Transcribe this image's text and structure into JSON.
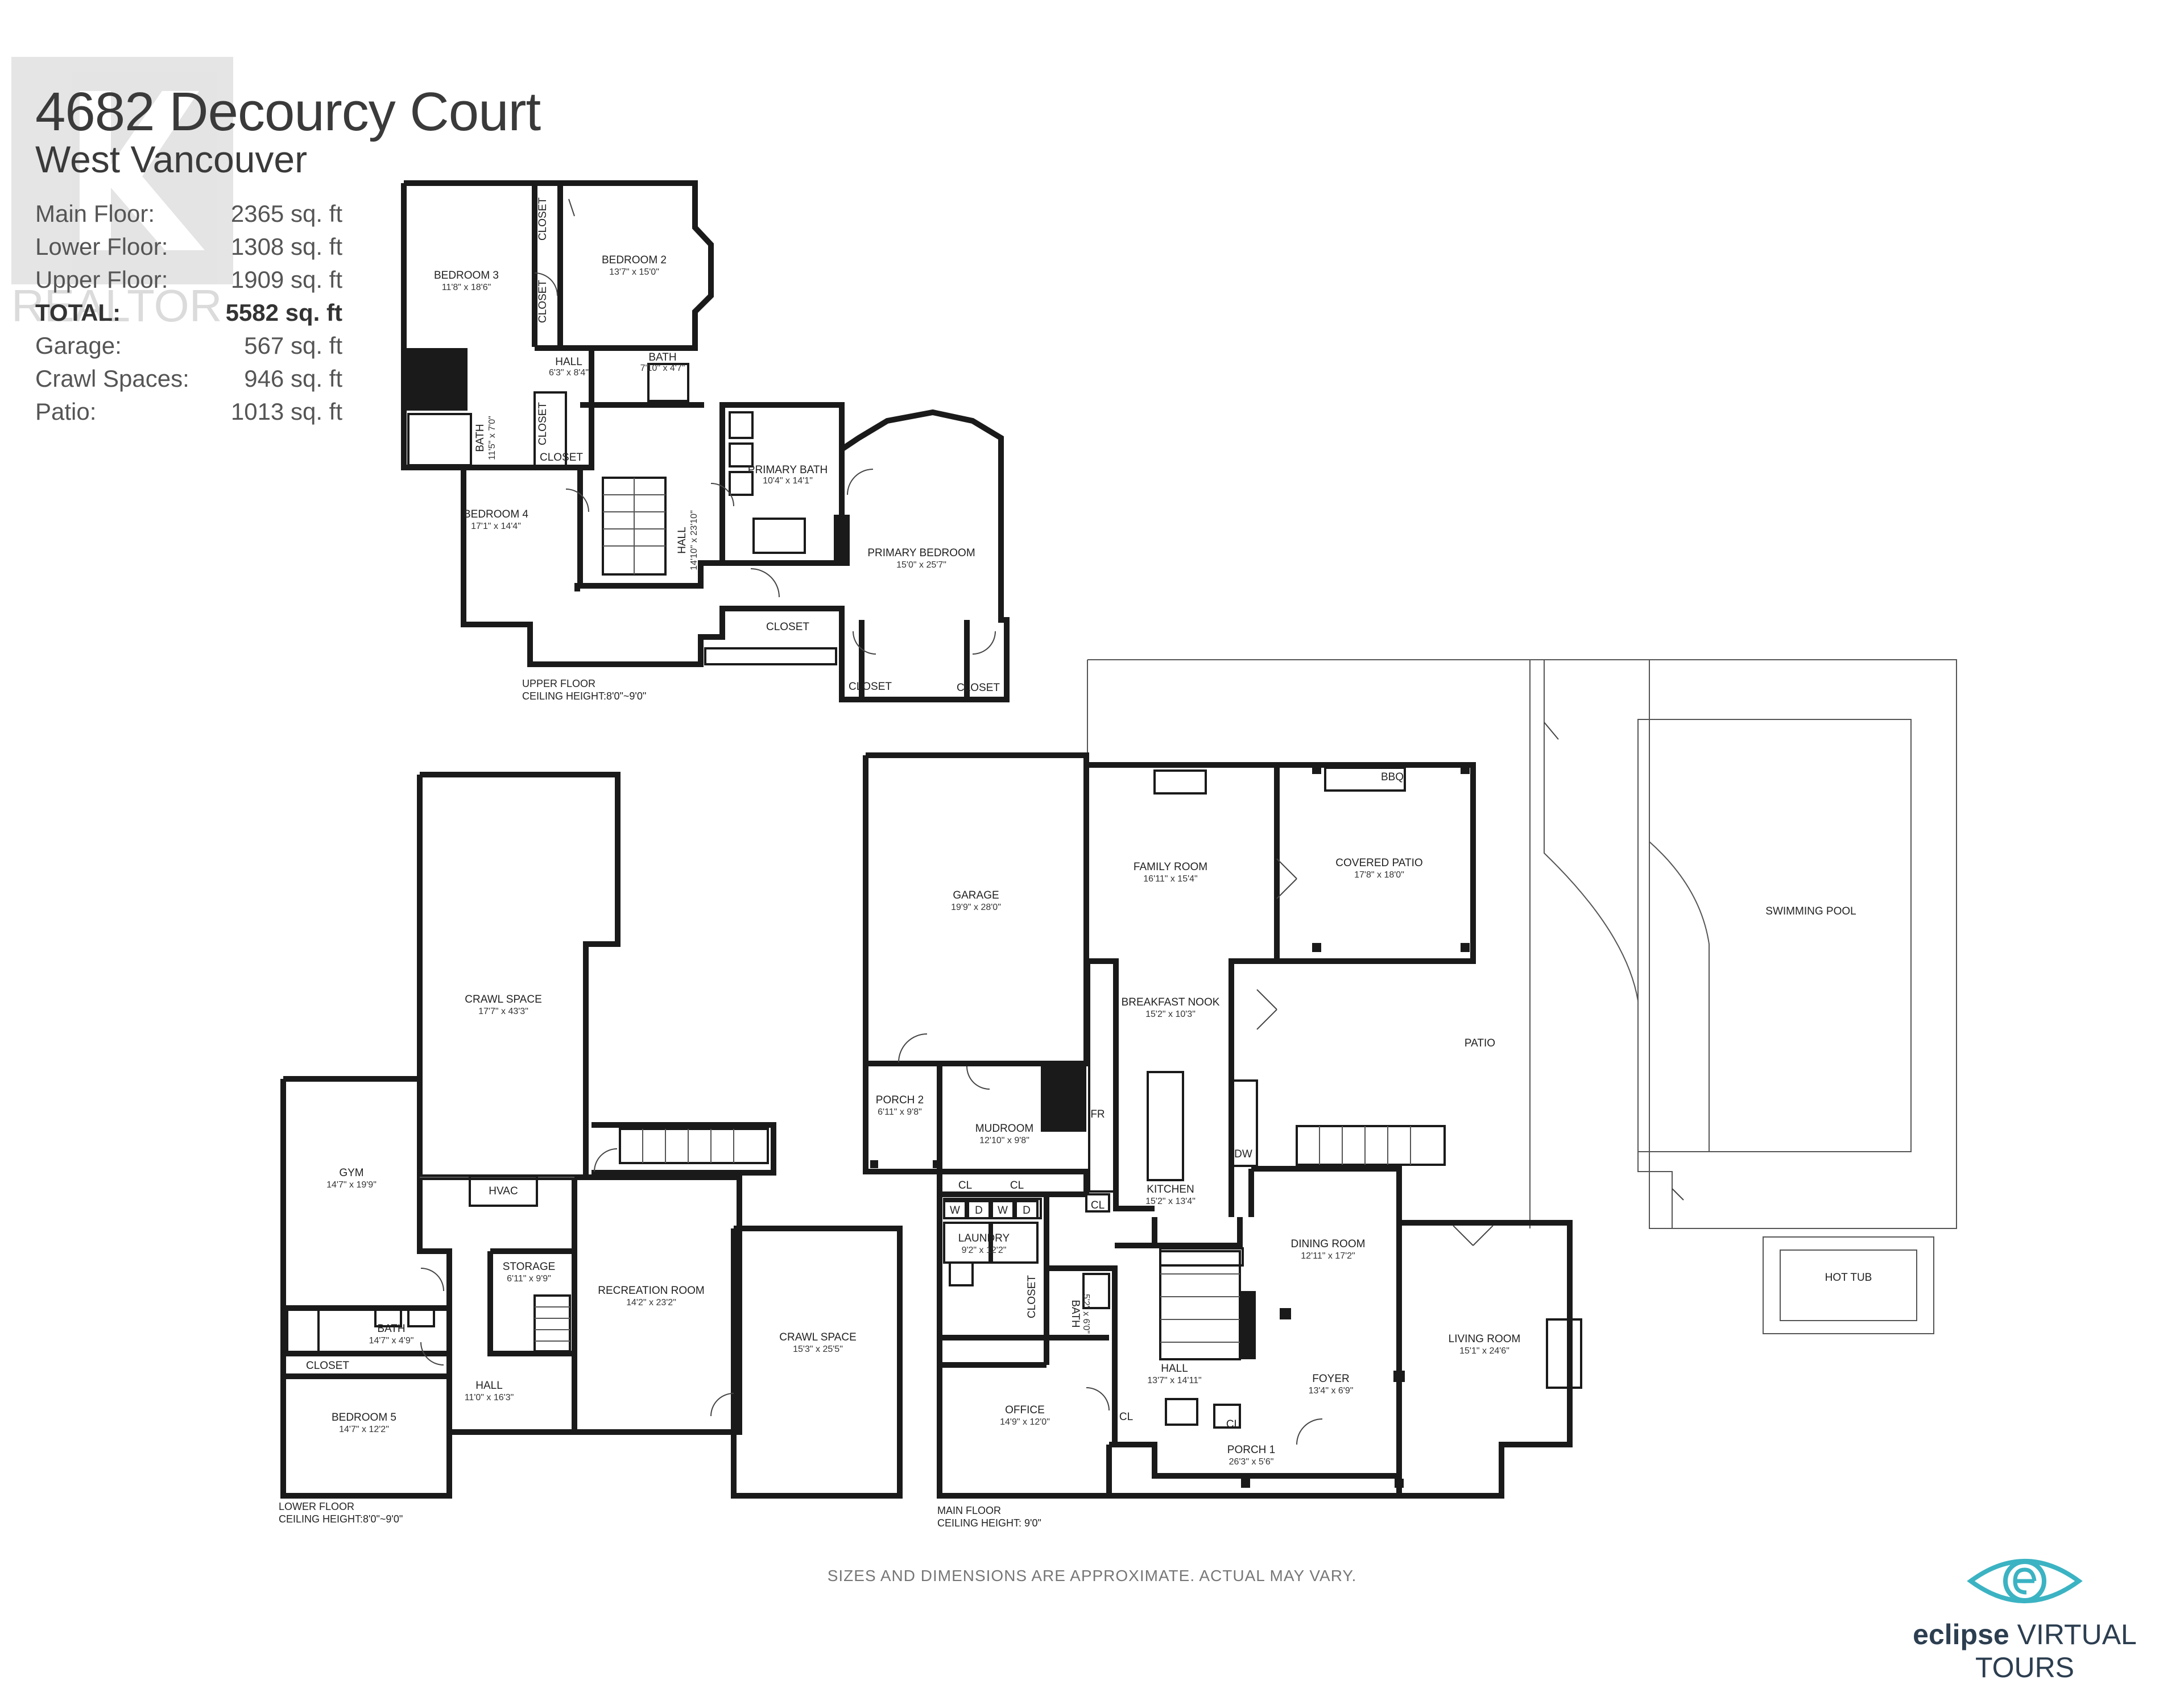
{
  "header": {
    "address": "4682 Decourcy Court",
    "city": "West Vancouver"
  },
  "stats": [
    {
      "label": "Main Floor:",
      "value": "2365 sq. ft"
    },
    {
      "label": "Lower Floor:",
      "value": "1308 sq. ft"
    },
    {
      "label": "Upper Floor:",
      "value": "1909 sq. ft"
    },
    {
      "label": "TOTAL:",
      "value": "5582 sq. ft",
      "total": true
    },
    {
      "label": "Garage:",
      "value": "567 sq. ft"
    },
    {
      "label": "Crawl Spaces:",
      "value": "946 sq. ft"
    },
    {
      "label": "Patio:",
      "value": "1013 sq. ft"
    }
  ],
  "watermark": {
    "text": "REALTOR"
  },
  "upper_floor": {
    "caption": "UPPER FLOOR",
    "ceiling": "CEILING HEIGHT:8'0\"~9'0\"",
    "rooms": {
      "bedroom3": {
        "name": "BEDROOM 3",
        "dim": "11'8\" x 18'6\""
      },
      "bedroom2": {
        "name": "BEDROOM 2",
        "dim": "13'7\" x 15'0\""
      },
      "hall_small": {
        "name": "HALL",
        "dim": "6'3\" x 8'4\""
      },
      "bath_small": {
        "name": "BATH",
        "dim": "7'10\" x 4'7\""
      },
      "bath_side": {
        "name": "BATH",
        "dim": "11'5\" x 7'0\""
      },
      "bedroom4": {
        "name": "BEDROOM 4",
        "dim": "17'1\" x 14'4\""
      },
      "hall_main": {
        "name": "HALL",
        "dim": "14'10\" x 23'10\""
      },
      "primary_bath": {
        "name": "PRIMARY BATH",
        "dim": "10'4\" x 14'1\""
      },
      "primary_bedroom": {
        "name": "PRIMARY BEDROOM",
        "dim": "15'0\" x 25'7\""
      },
      "closet": "CLOSET"
    }
  },
  "lower_floor": {
    "caption": "LOWER FLOOR",
    "ceiling": "CEILING HEIGHT:8'0\"~9'0\"",
    "rooms": {
      "crawl1": {
        "name": "CRAWL SPACE",
        "dim": "17'7\" x 43'3\""
      },
      "hvac": {
        "name": "HVAC"
      },
      "gym": {
        "name": "GYM",
        "dim": "14'7\" x 19'9\""
      },
      "storage": {
        "name": "STORAGE",
        "dim": "6'11\" x 9'9\""
      },
      "recreation": {
        "name": "RECREATION ROOM",
        "dim": "14'2\" x 23'2\""
      },
      "crawl2": {
        "name": "CRAWL SPACE",
        "dim": "15'3\" x 25'5\""
      },
      "bath": {
        "name": "BATH",
        "dim": "14'7\" x 4'9\""
      },
      "closet": {
        "name": "CLOSET"
      },
      "bedroom5": {
        "name": "BEDROOM 5",
        "dim": "14'7\" x 12'2\""
      },
      "hall": {
        "name": "HALL",
        "dim": "11'0\" x 16'3\""
      }
    }
  },
  "main_floor": {
    "caption": "MAIN FLOOR",
    "ceiling": "CEILING HEIGHT: 9'0\"",
    "rooms": {
      "garage": {
        "name": "GARAGE",
        "dim": "19'9\" x 28'0\""
      },
      "family": {
        "name": "FAMILY ROOM",
        "dim": "16'11\" x 15'4\""
      },
      "covered_patio": {
        "name": "COVERED PATIO",
        "dim": "17'8\" x 18'0\""
      },
      "bbq": {
        "name": "BBQ"
      },
      "pool": {
        "name": "SWIMMING POOL"
      },
      "breakfast": {
        "name": "BREAKFAST NOOK",
        "dim": "15'2\" x 10'3\""
      },
      "patio": {
        "name": "PATIO"
      },
      "porch2": {
        "name": "PORCH 2",
        "dim": "6'11\" x 9'8\""
      },
      "mudroom": {
        "name": "MUDROOM",
        "dim": "12'10\" x 9'8\""
      },
      "fr": {
        "name": "FR"
      },
      "dw": {
        "name": "DW"
      },
      "kitchen": {
        "name": "KITCHEN",
        "dim": "15'2\" x 13'4\""
      },
      "cl": {
        "name": "CL"
      },
      "w": {
        "name": "W"
      },
      "d": {
        "name": "D"
      },
      "laundry": {
        "name": "LAUNDRY",
        "dim": "9'2\" x 12'2\""
      },
      "closet": {
        "name": "CLOSET"
      },
      "bath": {
        "name": "BATH",
        "dim": "5'2\" x 6'0\""
      },
      "dining": {
        "name": "DINING ROOM",
        "dim": "12'11\" x 17'2\""
      },
      "living": {
        "name": "LIVING ROOM",
        "dim": "15'1\" x 24'6\""
      },
      "hot_tub": {
        "name": "HOT TUB"
      },
      "hall": {
        "name": "HALL",
        "dim": "13'7\" x 14'11\""
      },
      "foyer": {
        "name": "FOYER",
        "dim": "13'4\" x 6'9\""
      },
      "office": {
        "name": "OFFICE",
        "dim": "14'9\" x 12'0\""
      },
      "porch1": {
        "name": "PORCH 1",
        "dim": "26'3\" x 5'6\""
      }
    }
  },
  "footer": {
    "disclaimer": "SIZES AND DIMENSIONS ARE APPROXIMATE. ACTUAL MAY VARY.",
    "brand_bold": "eclipse",
    "brand_rest": " VIRTUAL TOURS"
  },
  "colors": {
    "wall": "#1a1a1a",
    "text": "#333333",
    "brand": "#3bb3c3"
  }
}
